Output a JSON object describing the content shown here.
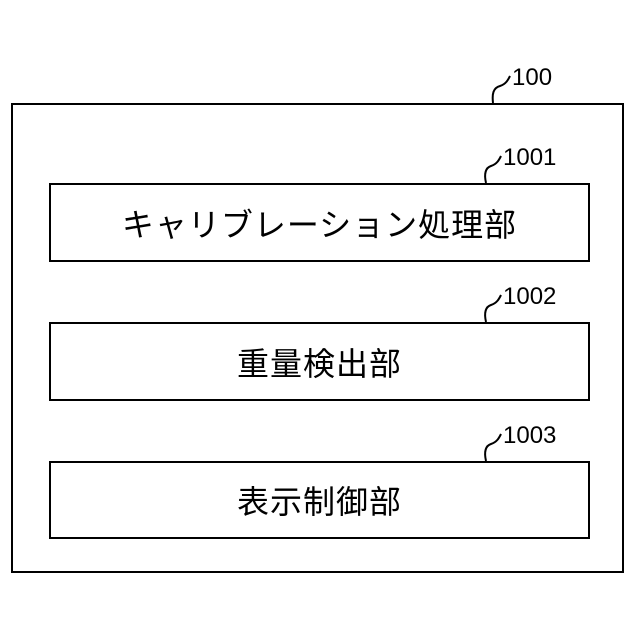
{
  "diagram": {
    "outer": {
      "ref": "100"
    },
    "blocks": [
      {
        "label": "キャリブレーション処理部",
        "ref": "1001"
      },
      {
        "label": "重量検出部",
        "ref": "1002"
      },
      {
        "label": "表示制御部",
        "ref": "1003"
      }
    ]
  }
}
